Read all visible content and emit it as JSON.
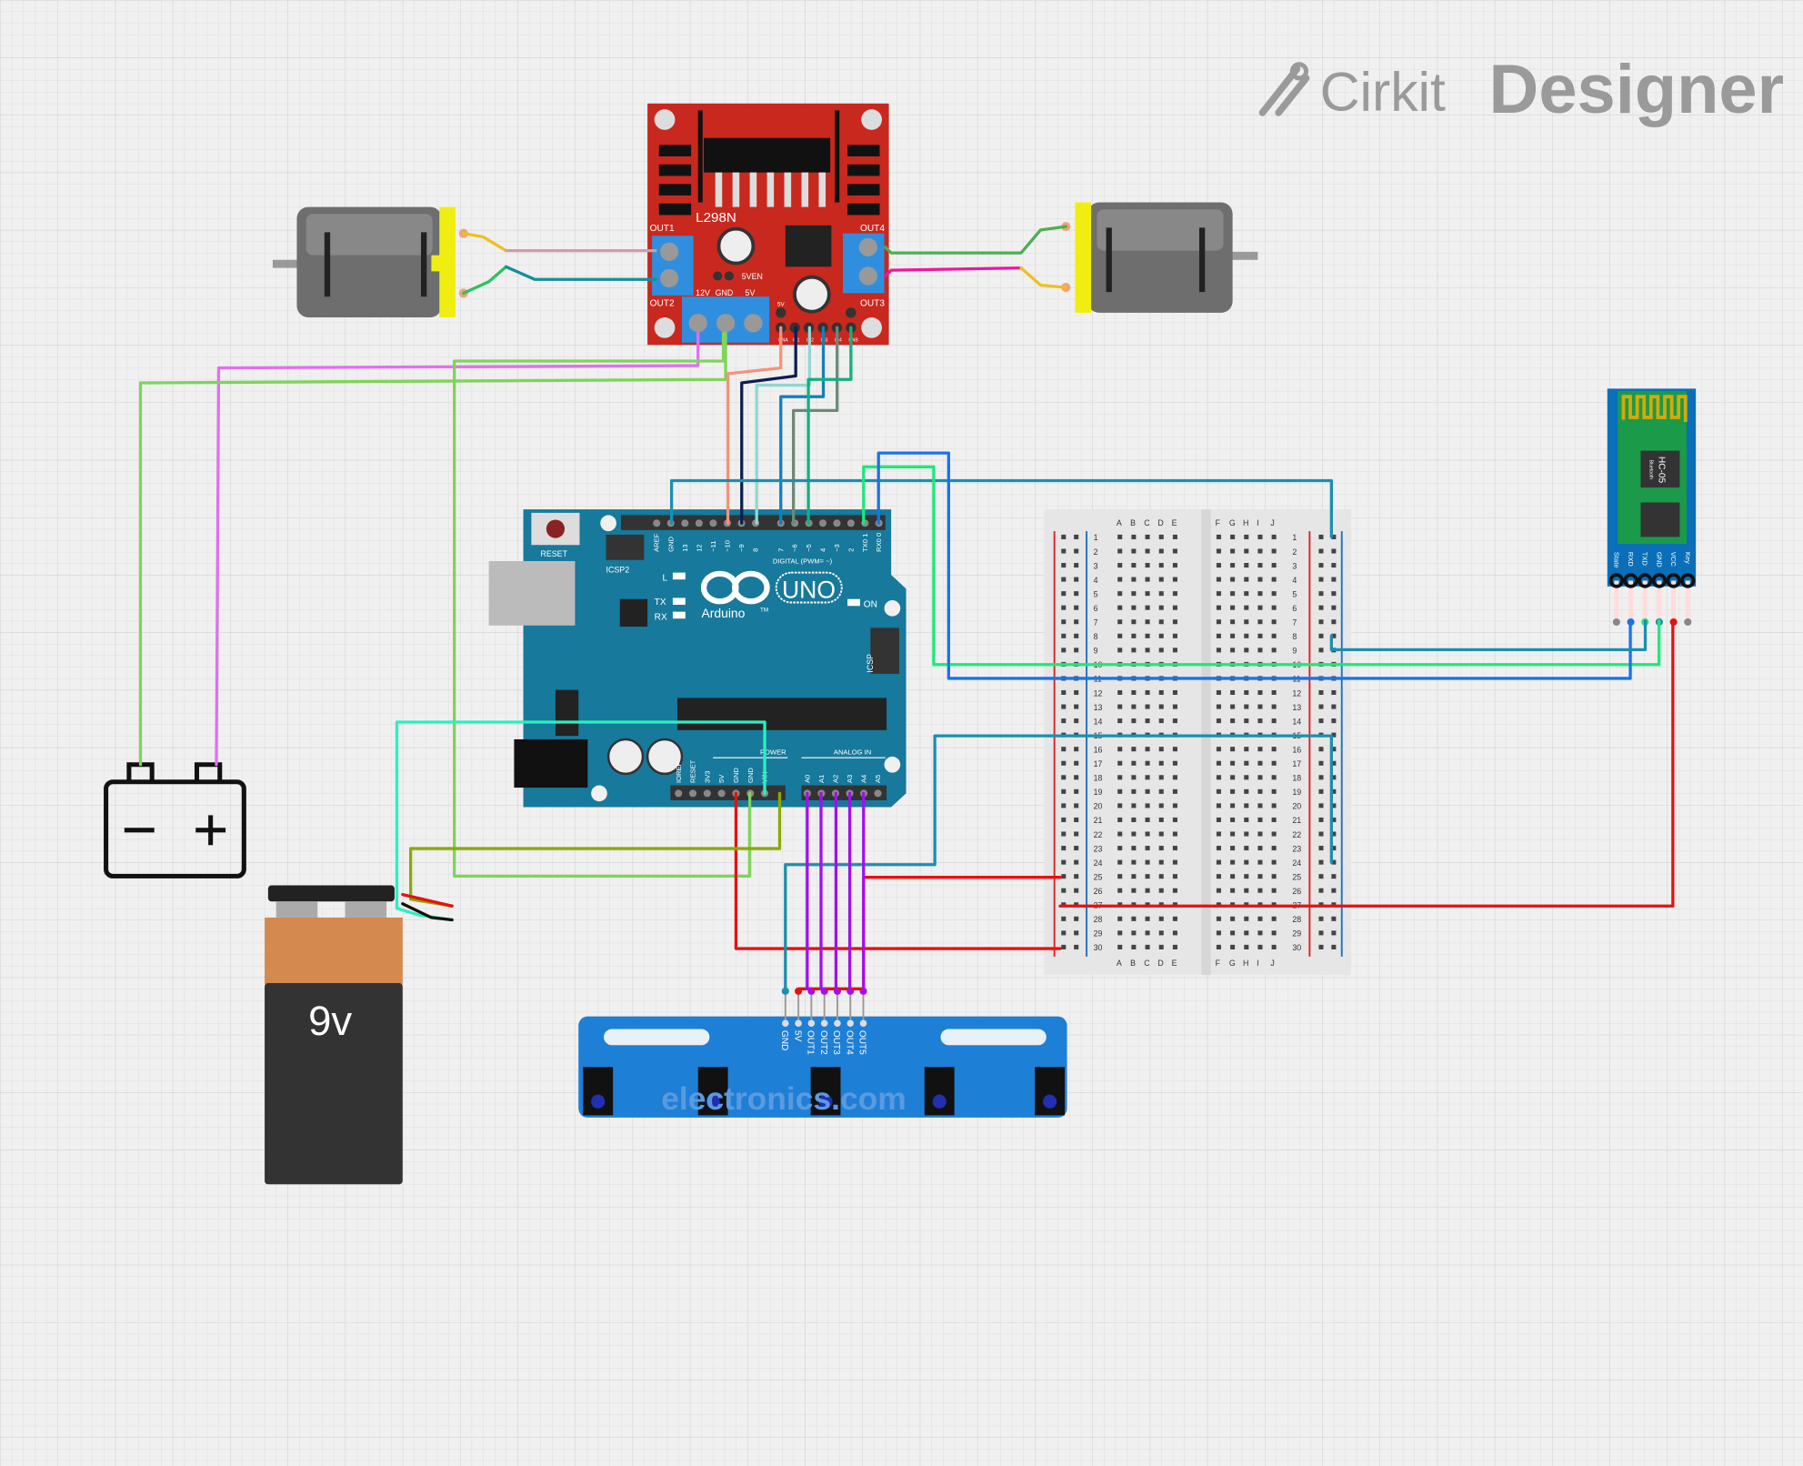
{
  "app": {
    "logo_text_1": "Cirkit",
    "logo_text_2": "Designer"
  },
  "l298n": {
    "title": "L298N",
    "out1": "OUT1",
    "out2": "OUT2",
    "out3": "OUT3",
    "out4": "OUT4",
    "v12": "12V",
    "gnd": "GND",
    "v5": "5V",
    "en": "5VEN",
    "logic5v": "5V",
    "pins": [
      "ENA",
      "IN1",
      "IN2",
      "IN3",
      "IN4",
      "ENB"
    ]
  },
  "arduino": {
    "reset": "RESET",
    "icsp2": "ICSP2",
    "icsp": "ICSP",
    "brand": "Arduino",
    "model": "UNO",
    "tm": "TM",
    "led_l": "L",
    "led_tx": "TX",
    "led_rx": "RX",
    "led_on": "ON",
    "digital_label": "DIGITAL (PWM= ~)",
    "power_label": "POWER",
    "analog_label": "ANALOG IN",
    "digital_pins": [
      "AREF",
      "GND",
      "13",
      "12",
      "~11",
      "~10",
      "~9",
      "8",
      "7",
      "~6",
      "~5",
      "4",
      "~3",
      "2",
      "TX0 1",
      "RX0 0"
    ],
    "power_pins": [
      "IOREF",
      "RESET",
      "3V3",
      "5V",
      "GND",
      "GND",
      "VIN"
    ],
    "analog_pins": [
      "A0",
      "A1",
      "A2",
      "A3",
      "A4",
      "A5"
    ]
  },
  "breadboard": {
    "cols_left": [
      "A",
      "B",
      "C",
      "D",
      "E"
    ],
    "cols_right": [
      "F",
      "G",
      "H",
      "I",
      "J"
    ],
    "rows": 30
  },
  "hc05": {
    "name": "HC-05",
    "sub": "Bluetooth",
    "pins": [
      "State",
      "RXD",
      "TXD",
      "GND",
      "VCC",
      "Key"
    ]
  },
  "sensor": {
    "pins": [
      "GND",
      "5V",
      "OUT1",
      "OUT2",
      "OUT3",
      "OUT4",
      "OUT5"
    ],
    "watermark": "electronics.com"
  },
  "battery_9v": {
    "label": "9v"
  },
  "colors": {
    "arduino": "#17799b",
    "l298n": "#c8281e",
    "sensor": "#1e7fd6",
    "hc05": "#0a6fb8",
    "canvas": "#f0f0f0"
  }
}
